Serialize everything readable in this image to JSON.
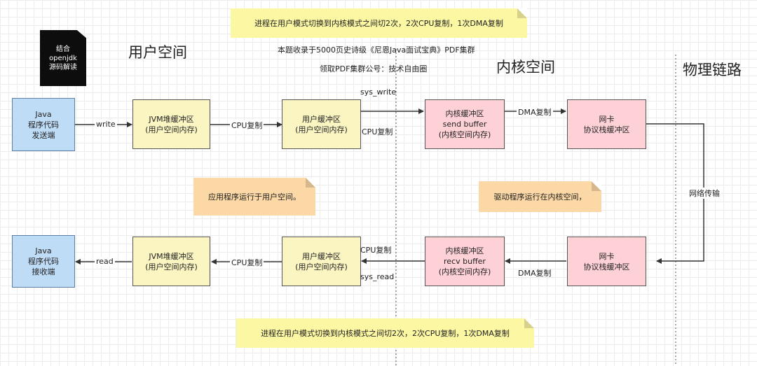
{
  "notes": {
    "top": "进程在用户模式切换到内核模式之间切2次，2次CPU复制，1次DMA复制",
    "bottom": "进程在用户模式切换到内核模式之间切2次，2次CPU复制，1次DMA复制",
    "user_space": "应用程序运行于用户空间。",
    "kernel_space": "驱动程序运行在内核空间，"
  },
  "promo": {
    "line1": "本题收录于5000页史诗级《尼恩Java面试宝典》PDF集群",
    "line2": "领取PDF集群公号：技术自由圈"
  },
  "book": [
    "结合",
    "openjdk",
    "源码解读"
  ],
  "sections": {
    "user": "用户空间",
    "kernel": "内核空间",
    "physical": "物理链路"
  },
  "boxes": {
    "java_send": [
      "Java",
      "程序代码",
      "发送端"
    ],
    "jvm_send": [
      "JVM堆缓冲区",
      "(用户空间内存)"
    ],
    "user_send": [
      "用户缓冲区",
      "(用户空间内存)"
    ],
    "kernel_send": [
      "内核缓冲区",
      "send buffer",
      "(内核空间内存)"
    ],
    "nic_send": [
      "网卡",
      "协议栈缓冲区"
    ],
    "java_recv": [
      "Java",
      "程序代码",
      "接收端"
    ],
    "jvm_recv": [
      "JVM堆缓冲区",
      "(用户空间内存)"
    ],
    "user_recv": [
      "用户缓冲区",
      "(用户空间内存)"
    ],
    "kernel_recv": [
      "内核缓冲区",
      "recv buffer",
      "(内核空间内存)"
    ],
    "nic_recv": [
      "网卡",
      "协议栈缓冲区"
    ]
  },
  "labels": {
    "write": "write",
    "cpu_copy_1": "CPU复制",
    "sys_write": "sys_write",
    "cpu_copy_2": "CPU复制",
    "dma_copy_1": "DMA复制",
    "network": "网络传输",
    "dma_copy_2": "DMA复制",
    "cpu_copy_3": "CPU复制",
    "sys_read": "sys_read",
    "cpu_copy_4": "CPU复制",
    "read": "read"
  }
}
